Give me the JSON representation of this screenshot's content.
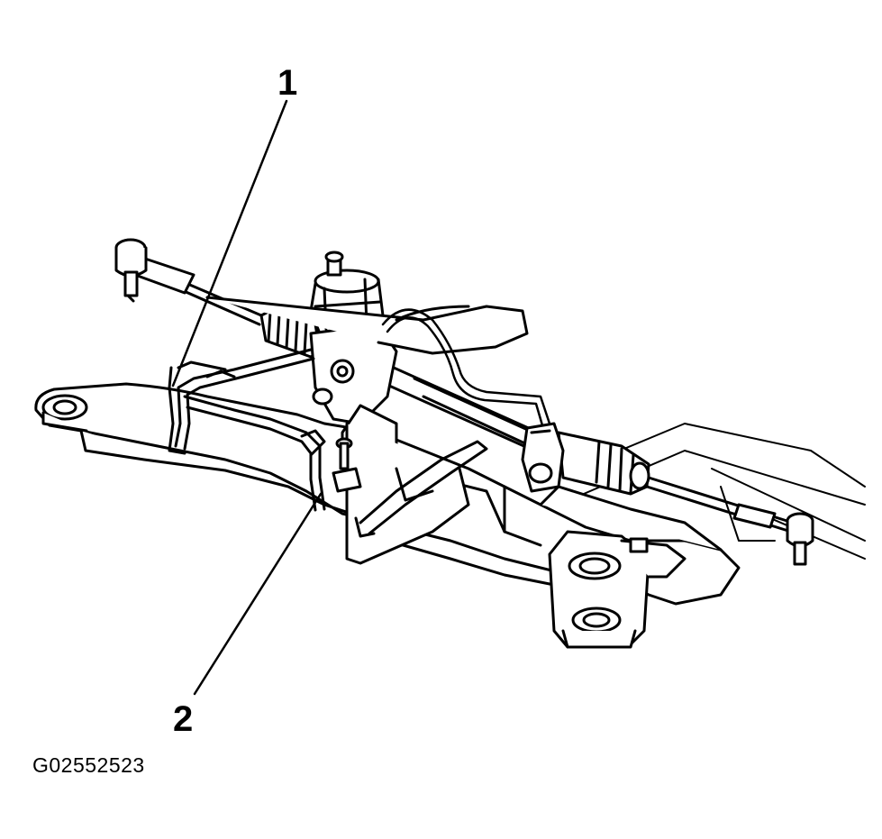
{
  "figure": {
    "callouts": [
      {
        "number": "1",
        "target": "return-hose"
      },
      {
        "number": "2",
        "target": "pressure-hose"
      }
    ],
    "figure_id": "G02552523",
    "colors": {
      "line": "#000000",
      "fill": "#ffffff"
    }
  }
}
